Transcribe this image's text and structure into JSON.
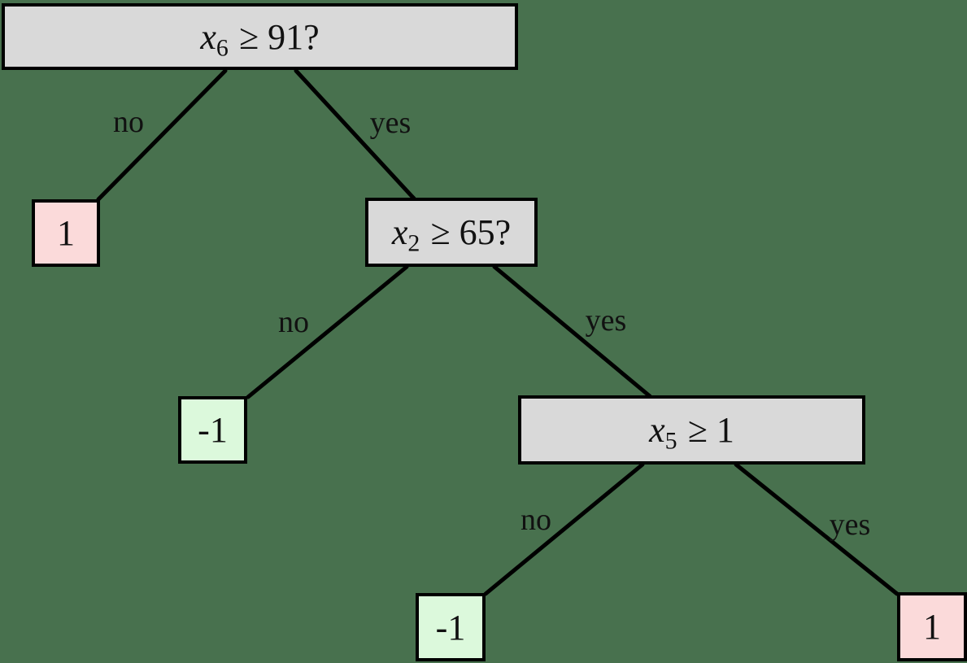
{
  "diagram": {
    "type": "decision-tree",
    "background_color": "#48714e",
    "colors": {
      "decision_node_fill": "#d9d9d9",
      "leaf_positive_fill": "#fbdada",
      "leaf_negative_fill": "#dcf9dc",
      "border": "#000000",
      "edge": "#000000"
    },
    "nodes": [
      {
        "var": "x",
        "sub": "6",
        "cond": "≥ 91?"
      },
      {
        "var": "x",
        "sub": "2",
        "cond": "≥ 65?"
      },
      {
        "var": "x",
        "sub": "5",
        "cond": "≥ 1"
      }
    ],
    "leaves": [
      {
        "value": "1"
      },
      {
        "value": "-1"
      },
      {
        "value": "-1"
      },
      {
        "value": "1"
      }
    ],
    "edges": [
      {
        "label": "no"
      },
      {
        "label": "yes"
      },
      {
        "label": "no"
      },
      {
        "label": "yes"
      },
      {
        "label": "no"
      },
      {
        "label": "yes"
      }
    ]
  }
}
